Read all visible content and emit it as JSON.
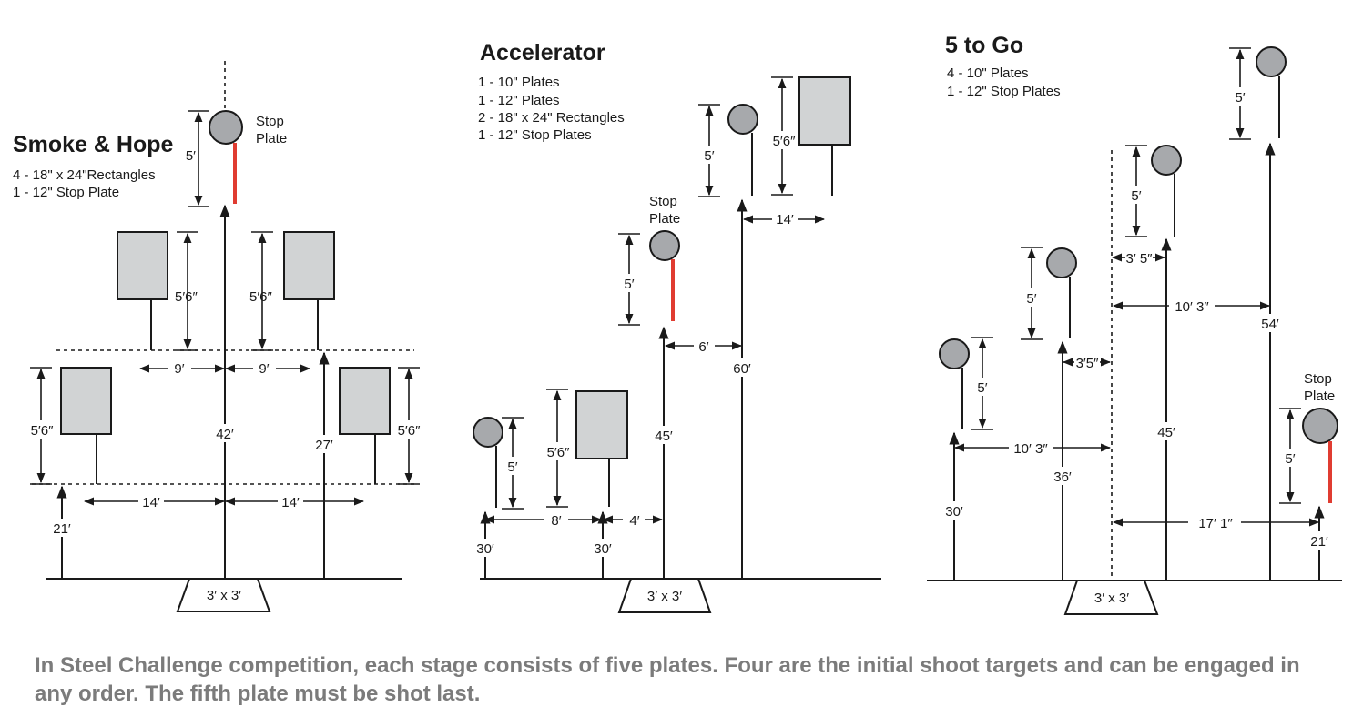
{
  "stages": [
    {
      "title": "Smoke & Hope",
      "specs": [
        "4 - 18\" x 24\"Rectangles",
        "1 - 12\" Stop Plate"
      ],
      "stop_label": [
        "Stop",
        "Plate"
      ],
      "box_label": "3′ x 3′",
      "dims": {
        "stop_height": "5′",
        "rect_tl": "5′6″",
        "rect_tr": "5′6″",
        "rect_bl": "5′6″",
        "rect_br": "5′6″",
        "left_9": "9′",
        "right_9": "9′",
        "center": "42′",
        "right_vert": "27′",
        "left_14": "14′",
        "right_14": "14′",
        "base_21": "21′"
      }
    },
    {
      "title": "Accelerator",
      "specs": [
        "1 - 10\" Plates",
        "1 - 12\" Plates",
        "2 - 18\" x 24\" Rectangles",
        "1 - 12\" Stop Plates"
      ],
      "stop_label": [
        "Stop",
        "Plate"
      ],
      "box_label": "3′ x 3′",
      "dims": {
        "plate_top_5": "5′",
        "rect_top": "5′6″",
        "top_14": "14′",
        "stop_5": "5′",
        "mid_6": "6′",
        "vert_60": "60′",
        "vert_45": "45′",
        "left_5": "5′",
        "rect_low": "5′6″",
        "base_8": "8′",
        "base_4": "4′",
        "base_30a": "30′",
        "base_30b": "30′"
      }
    },
    {
      "title": "5 to Go",
      "specs": [
        "4 - 10\" Plates",
        "1 - 12\" Stop Plates"
      ],
      "stop_label": [
        "Stop",
        "Plate"
      ],
      "box_label": "3′ x 3′",
      "dims": {
        "p5_5": "5′",
        "p4_5": "5′",
        "p4_offset": "3′ 5″",
        "offset_103a": "10′ 3″",
        "p3_5": "5′",
        "p2_offset": "3′5″",
        "vert_54": "54′",
        "p1_5": "5′",
        "offset_103b": "10′ 3″",
        "vert_45": "45′",
        "vert_36": "36′",
        "stop_5": "5′",
        "offset_171": "17′ 1″",
        "vert_30": "30′",
        "vert_21": "21′"
      }
    }
  ],
  "caption": "In Steel Challenge competition, each stage consists of five plates. Four are the initial shoot targets and can be engaged in any order. The fifth plate must be shot last.",
  "colors": {
    "target_fill": "#d1d3d4",
    "plate_fill": "#a7a9ac",
    "stop_post": "#e03c31",
    "caption_text": "#7b7b7b"
  }
}
